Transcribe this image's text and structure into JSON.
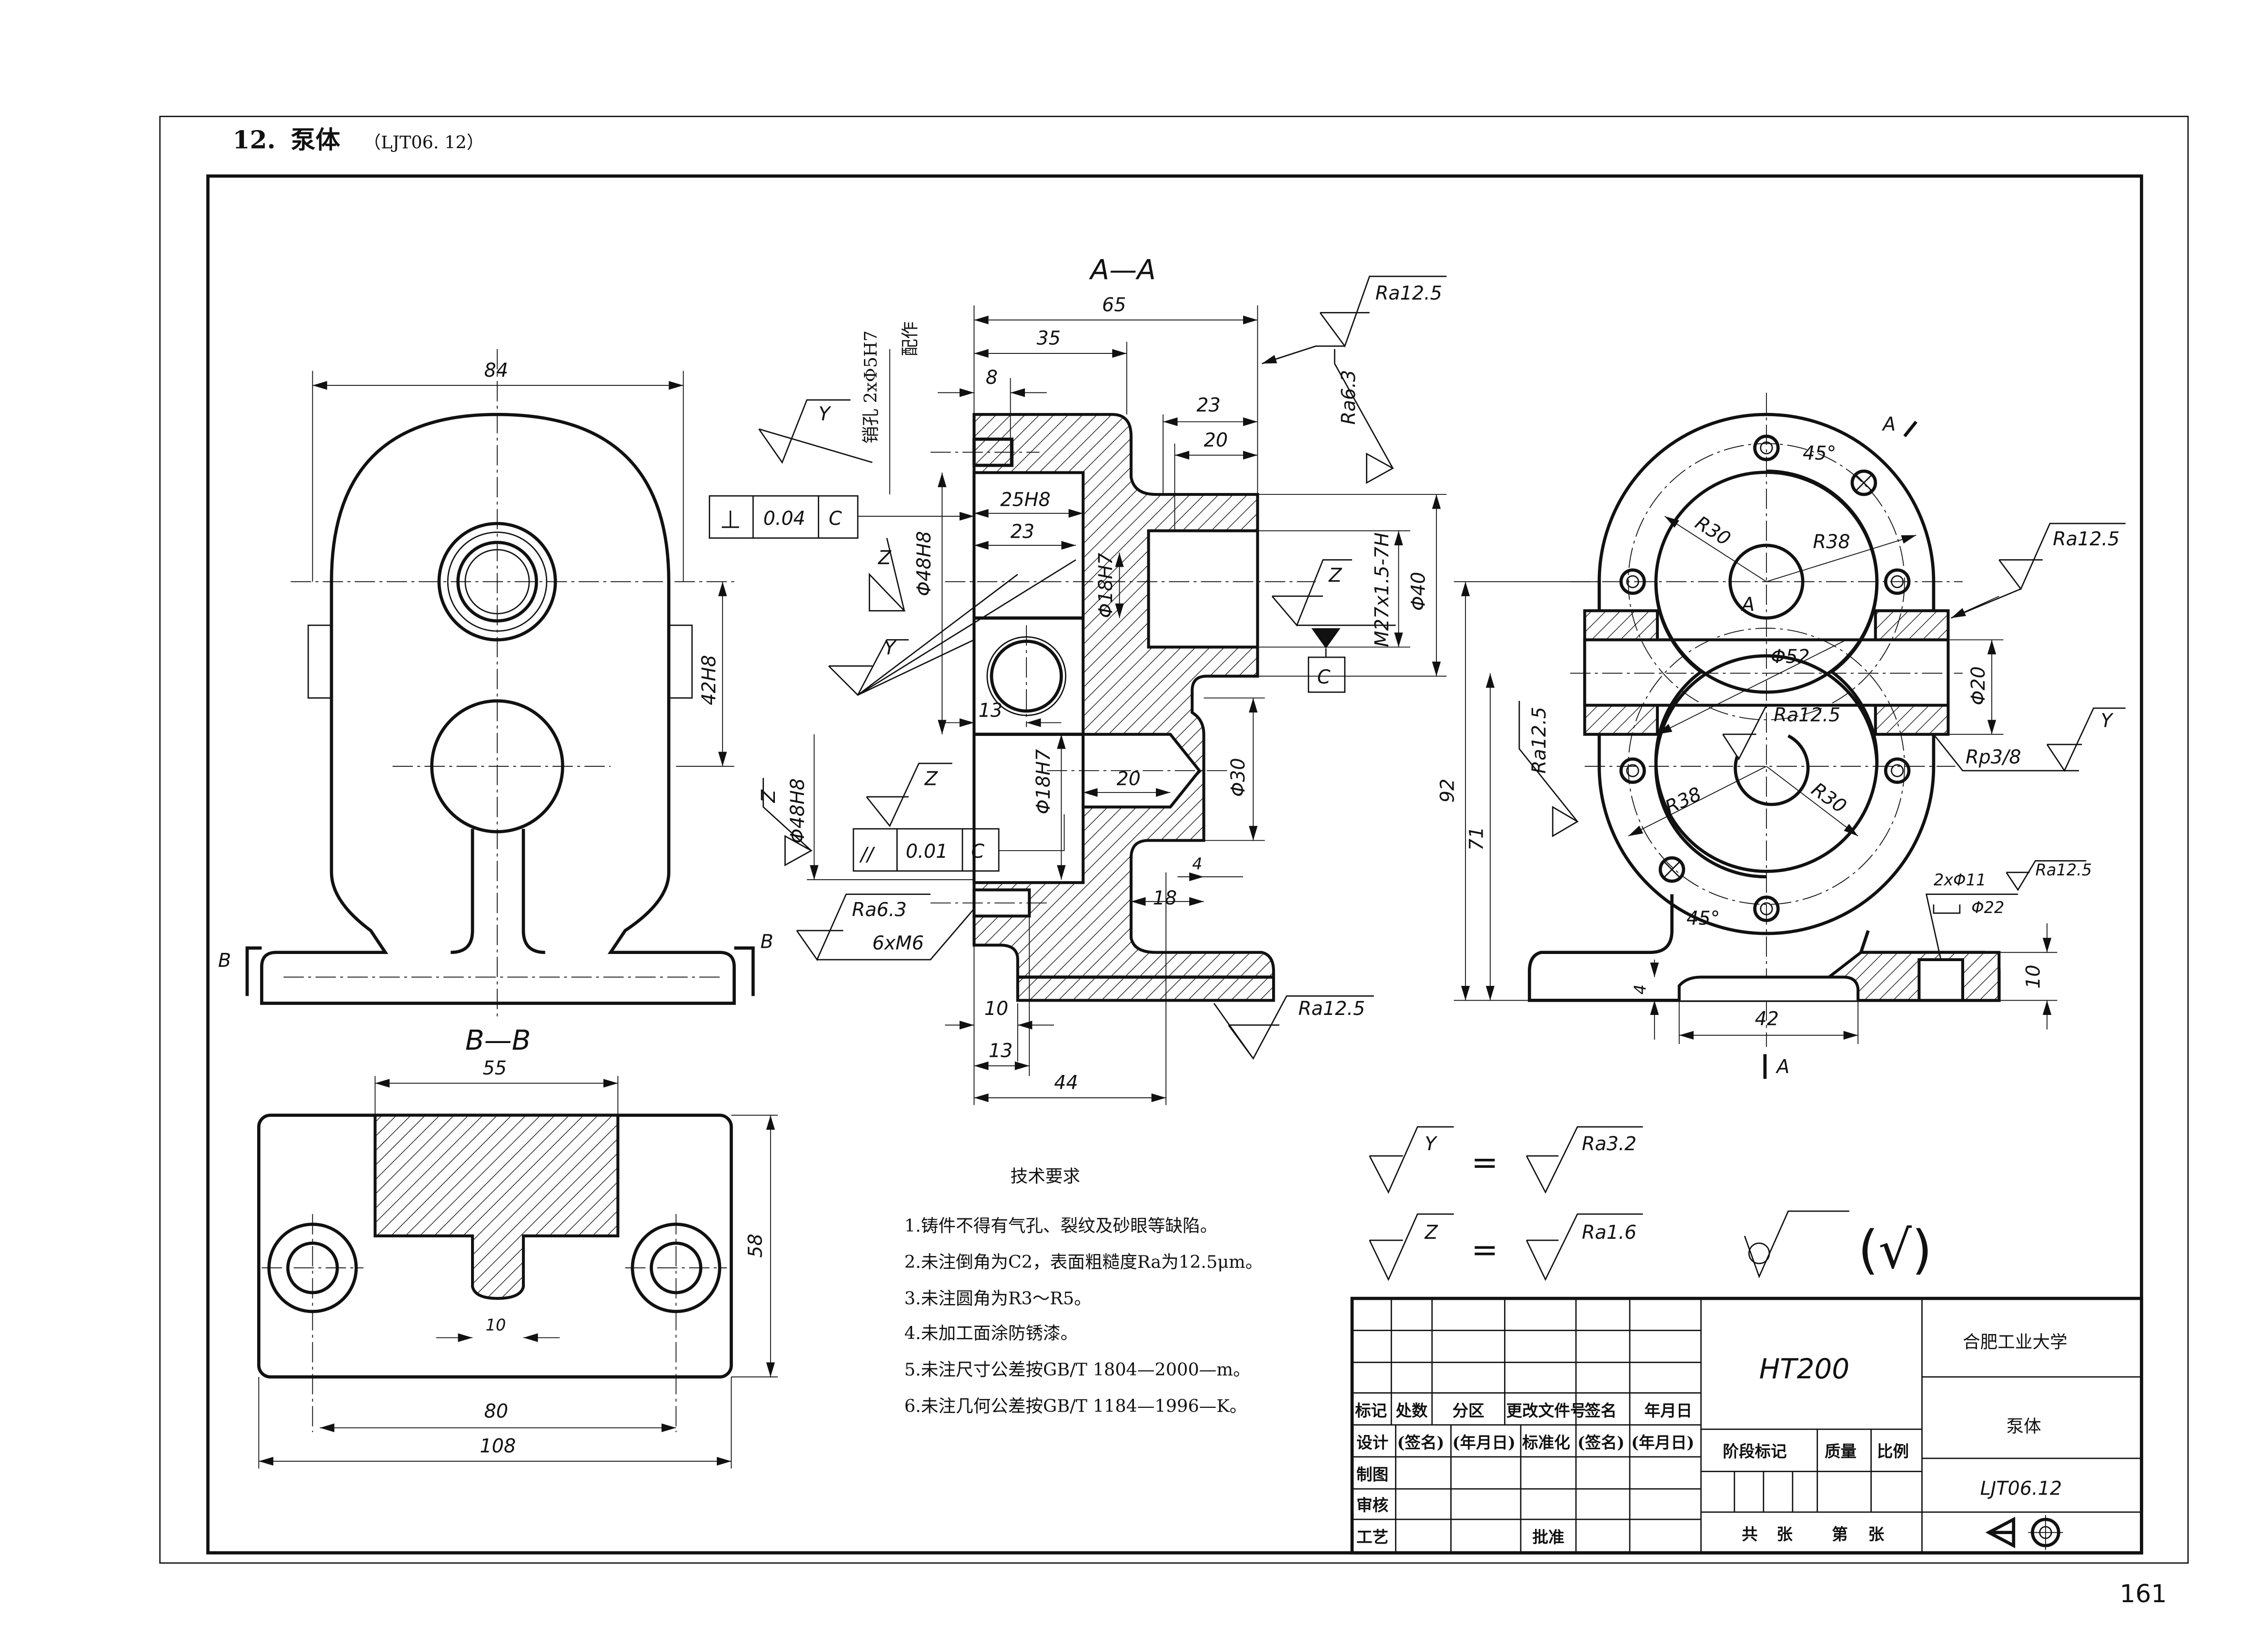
{
  "header": {
    "number": "12.",
    "title": "泵体",
    "code": "（LJT06. 12）"
  },
  "page_number": "161",
  "front_view": {
    "dim_width": "84",
    "dim_center_distance": "42H8",
    "section_mark_left": "B",
    "section_mark_right": "B"
  },
  "section_bb": {
    "title": "B—B",
    "dim_55": "55",
    "dim_10": "10",
    "dim_80": "80",
    "dim_108": "108",
    "dim_58": "58"
  },
  "section_aa": {
    "title": "A—A",
    "dims": {
      "d65": "65",
      "d35": "35",
      "d8": "8",
      "d23a": "23",
      "d20a": "20",
      "d25h8": "25H8",
      "d23b": "23",
      "d13a": "13",
      "d20b": "20",
      "d18": "18",
      "d4": "4",
      "d10": "10",
      "d13b": "13",
      "d44": "44",
      "phi48h8_top": "Φ48H8",
      "phi18h7_top": "Φ18H7",
      "phi48h8_bot": "Φ48H8",
      "phi18h7_bot": "Φ18H7",
      "phi30": "Φ30",
      "phi40": "Φ40",
      "thread": "M27x1.5-7H"
    },
    "pin_hole": "销孔 2xΦ5H7",
    "pin_hole_note": "配作",
    "roughness": {
      "top_right": "Ra12.5",
      "ra63_right": "Ra6.3",
      "ra63_bottom": "Ra6.3",
      "thread_6xm6": "6xM6",
      "base": "Ra12.5",
      "y1": "Y",
      "y2": "Y",
      "z1": "Z",
      "z2": "Z",
      "z3": "Z"
    },
    "tolerance_perp": {
      "symbol": "⊥",
      "value": "0.04",
      "datum": "C"
    },
    "tolerance_parallel": {
      "symbol": "//",
      "value": "0.01",
      "datum": "C"
    },
    "datum_label": "C"
  },
  "side_view": {
    "section_mark_top": "A",
    "section_mark_bottom": "A",
    "center_mark": "A",
    "angle_top": "45°",
    "angle_bottom": "45°",
    "r30_top": "R30",
    "r38_top": "R38",
    "r38_bottom": "R38",
    "r30_bottom": "R30",
    "phi52": "Φ52",
    "phi20": "Φ20",
    "ra_right": "Ra12.5",
    "ra_center": "Ra12.5",
    "ra_left": "Ra12.5",
    "ra_base_hole": "Ra12.5",
    "rp": "Rp3/8",
    "rp_symbol": "Y",
    "holes": "2xΦ11",
    "counterbore": "Φ22",
    "d92": "92",
    "d71": "71",
    "d42": "42",
    "d4": "4",
    "d10": "10"
  },
  "tech_requirements": {
    "title": "技术要求",
    "items": [
      "1.铸件不得有气孔、裂纹及砂眼等缺陷。",
      "2.未注倒角为C2，表面粗糙度Ra为12.5μm。",
      "3.未注圆角为R3～R5。",
      "4.未加工面涂防锈漆。",
      "5.未注尺寸公差按GB/T 1804—2000—m。",
      "6.未注几何公差按GB/T 1184—1996—K。"
    ]
  },
  "surface_legend": {
    "y_symbol": "Y",
    "y_value": "Ra3.2",
    "z_symbol": "Z",
    "z_value": "Ra1.6",
    "equals": "=",
    "other": "(√)"
  },
  "title_block": {
    "material": "HT200",
    "organization": "合肥工业大学",
    "part_name": "泵体",
    "drawing_number": "LJT06.12",
    "header_row": [
      "标记",
      "处数",
      "分区",
      "更改文件号",
      "签名",
      "年月日"
    ],
    "design_row": [
      "设计",
      "(签名)",
      "(年月日)",
      "标准化",
      "(签名)",
      "(年月日)"
    ],
    "rows": [
      "制图",
      "审核",
      "工艺"
    ],
    "approve": "批准",
    "stage_mark": "阶段标记",
    "weight": "质量",
    "scale": "比例",
    "sheets_total": "共",
    "sheets_unit1": "张",
    "sheet_no": "第",
    "sheets_unit2": "张"
  }
}
